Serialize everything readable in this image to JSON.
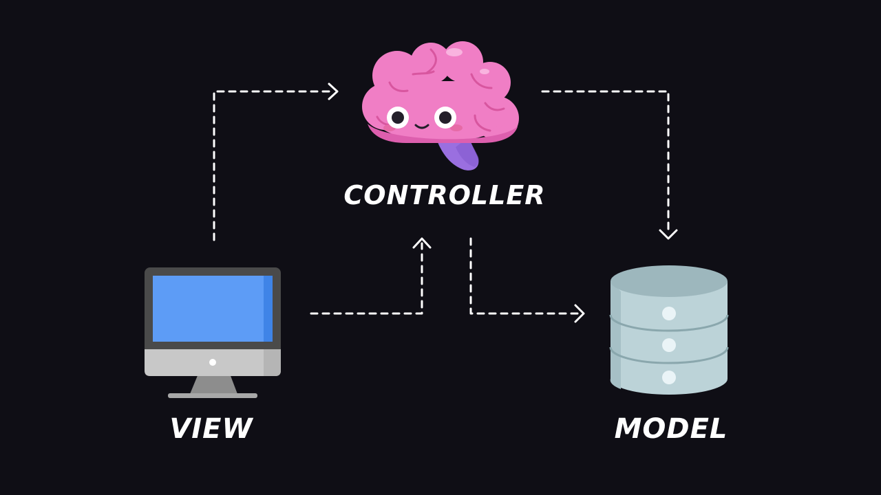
{
  "diagram": {
    "labels": {
      "controller": "CONTROLLER",
      "view": "VIEW",
      "model": "MODEL"
    },
    "icons": {
      "controller": "brain-icon",
      "view": "desktop-monitor-icon",
      "model": "database-icon"
    },
    "connections": [
      {
        "from": "view",
        "to": "controller"
      },
      {
        "from": "view",
        "to": "controller"
      },
      {
        "from": "controller",
        "to": "model"
      },
      {
        "from": "controller",
        "to": "model"
      }
    ],
    "colors": {
      "background": "#0f0e15",
      "text": "#ffffff",
      "arrow": "#ffffff",
      "brain": "#f07ec5",
      "brain_stem": "#9a6fe0",
      "screen": "#5d9cf6",
      "monitor_frame": "#4a4a4a",
      "monitor_chin": "#c8c8c8",
      "database": "#bcd3d8"
    }
  }
}
